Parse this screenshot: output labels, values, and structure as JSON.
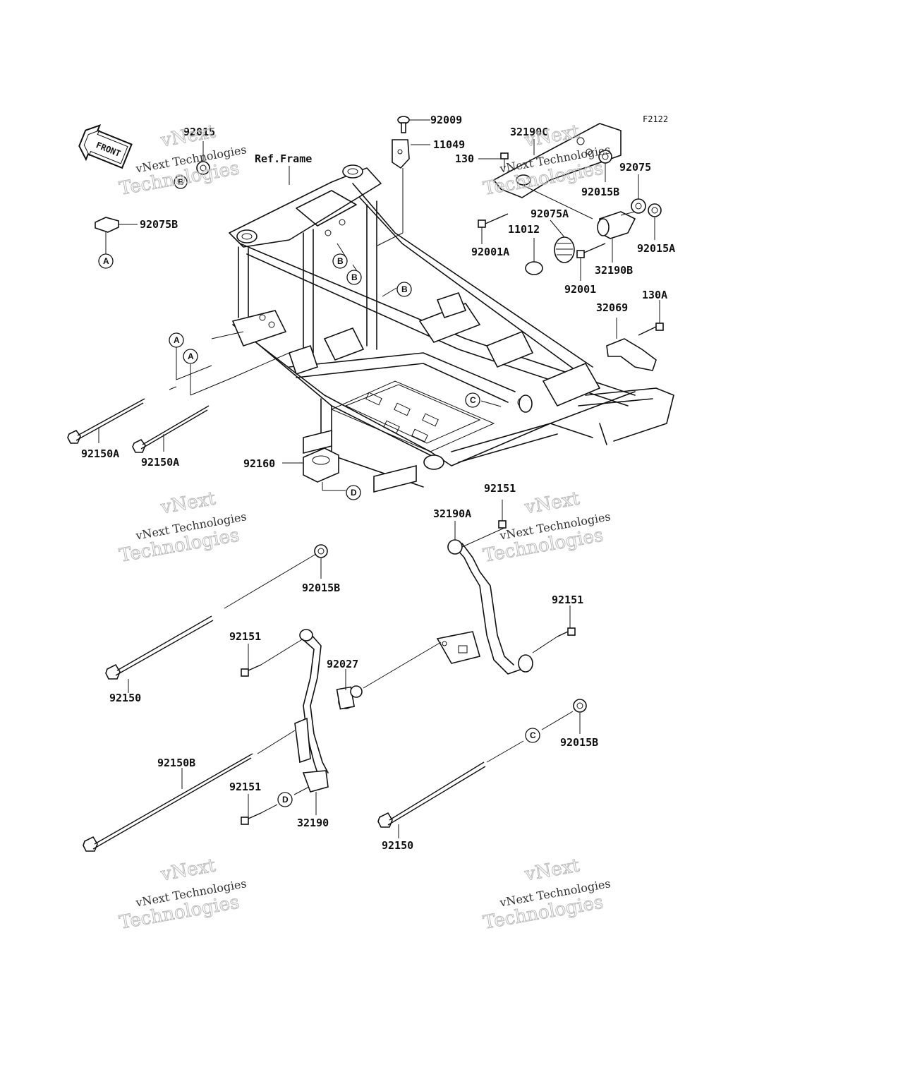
{
  "figure_code": "F2122",
  "front_label": "FRONT",
  "ref_frame": "Ref.Frame",
  "watermark": {
    "line1": "vNext Technologies",
    "line2": "Technologies",
    "line3": "vNext"
  },
  "markers": {
    "A": "A",
    "B": "B",
    "C": "C",
    "D": "D"
  },
  "parts": {
    "p92009": "92009",
    "p11049": "11049",
    "p32190C": "32190C",
    "p130": "130",
    "p92075": "92075",
    "p92015B_top": "92015B",
    "p92015": "92015",
    "p92075B": "92075B",
    "p92075A": "92075A",
    "p11012": "11012",
    "p92001A": "92001A",
    "p92015A": "92015A",
    "p32190B": "32190B",
    "p92001": "92001",
    "p32069": "32069",
    "p130A": "130A",
    "p92150A_1": "92150A",
    "p92150A_2": "92150A",
    "p92160": "92160",
    "p92151_top": "92151",
    "p32190A": "32190A",
    "p92015B_mid": "92015B",
    "p92151_right": "92151",
    "p92151_left": "92151",
    "p92027": "92027",
    "p92150_left": "92150",
    "p92150B": "92150B",
    "p92015B_bot": "92015B",
    "p92151_bot": "92151",
    "p32190": "32190",
    "p92150_bot": "92150"
  }
}
